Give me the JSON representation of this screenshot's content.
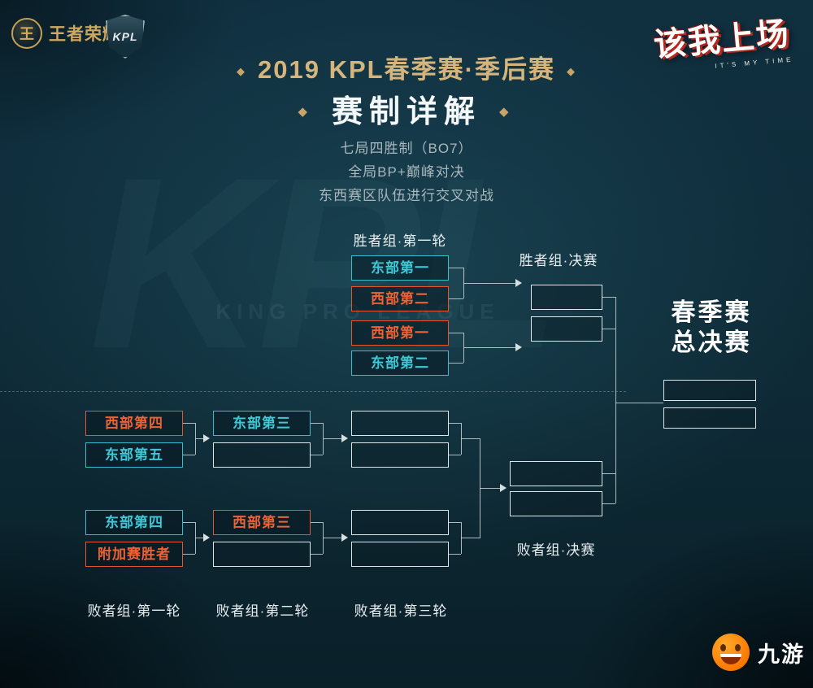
{
  "header": {
    "hok_logo": "王者荣耀",
    "hok_icon_glyph": "王",
    "kpl_logo": "KPL",
    "slogan": "该我上场",
    "slogan_sub": "IT'S MY TIME",
    "title": "2019 KPL春季赛·季后赛",
    "subtitle": "赛制详解",
    "rules": [
      "七局四胜制（BO7）",
      "全局BP+巅峰对决",
      "东西赛区队伍进行交叉对战"
    ]
  },
  "watermark": {
    "big": "KPL",
    "text": "KING PRO LEAGUE"
  },
  "icons": {
    "diamond": "◆"
  },
  "bracket": {
    "winners_r1_label": "胜者组·第一轮",
    "winners_final_label": "胜者组·决赛",
    "grand_final_label": [
      "春季赛",
      "总决赛"
    ],
    "losers_final_label": "败者组·决赛",
    "losers_r1_label": "败者组·第一轮",
    "losers_r2_label": "败者组·第二轮",
    "losers_r3_label": "败者组·第三轮",
    "teams": {
      "east1": "东部第一",
      "west2": "西部第二",
      "west1": "西部第一",
      "east2": "东部第二",
      "west4": "西部第四",
      "east5": "东部第五",
      "east3": "东部第三",
      "east4": "东部第四",
      "playin_winner": "附加赛胜者",
      "west3": "西部第三"
    }
  },
  "footer": {
    "partner_name": "九游"
  },
  "colors": {
    "east": "#35bdcc",
    "west": "#e5562c",
    "gold": "#d6b57c",
    "line": "#c9d4d7"
  }
}
